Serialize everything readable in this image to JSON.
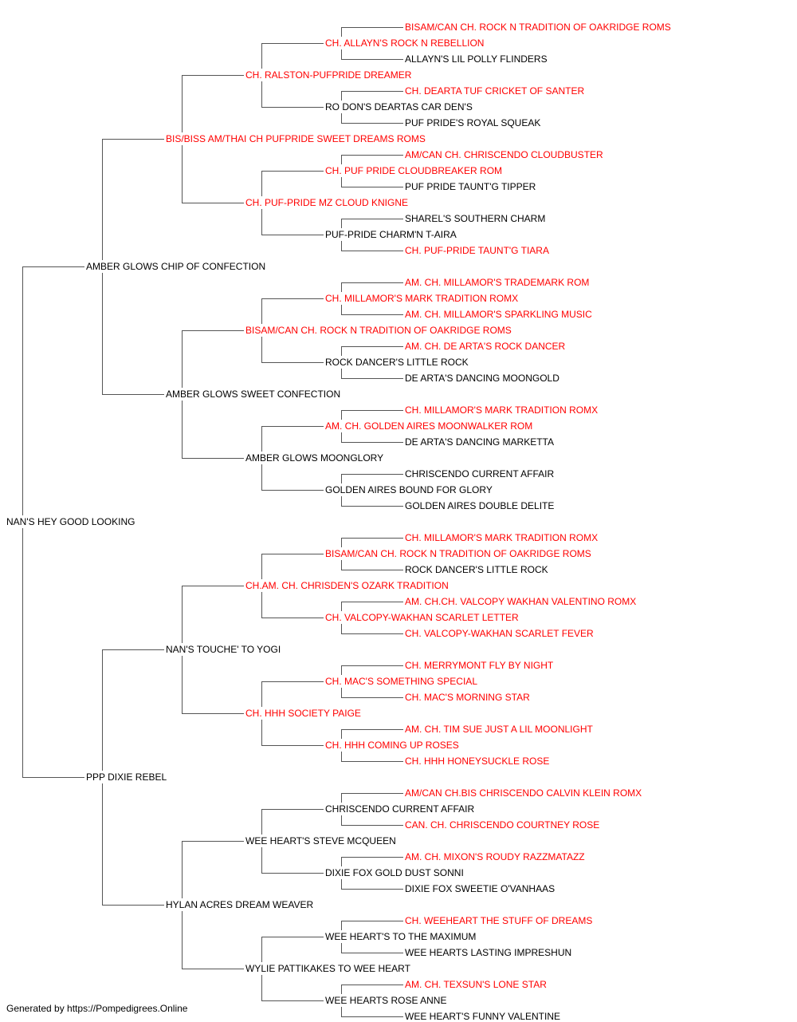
{
  "colors": {
    "champion": "#ff0000",
    "regular": "#000000",
    "line": "#555555"
  },
  "pedigree": {
    "subject": {
      "name": "NAN'S HEY GOOD LOOKING",
      "ch": false
    },
    "sire": {
      "name": "AMBER GLOWS CHIP OF CONFECTION",
      "ch": false
    },
    "dam": {
      "name": "PPP DIXIE REBEL",
      "ch": false
    },
    "g2": [
      {
        "name": "BIS/BISS AM/THAI CH PUFPRIDE SWEET DREAMS ROMS",
        "ch": true
      },
      {
        "name": "AMBER GLOWS SWEET CONFECTION",
        "ch": false
      },
      {
        "name": "NAN'S TOUCHE' TO YOGI",
        "ch": false
      },
      {
        "name": "HYLAN ACRES DREAM WEAVER",
        "ch": false
      }
    ],
    "g3": [
      {
        "name": "CH. RALSTON-PUFPRIDE DREAMER",
        "ch": true
      },
      {
        "name": "CH. PUF-PRIDE MZ CLOUD KNIGNE",
        "ch": true
      },
      {
        "name": "BISAM/CAN CH. ROCK N TRADITION OF OAKRIDGE ROMS",
        "ch": true
      },
      {
        "name": "AMBER GLOWS MOONGLORY",
        "ch": false
      },
      {
        "name": "CH.AM. CH. CHRISDEN'S OZARK TRADITION",
        "ch": true
      },
      {
        "name": "CH. HHH SOCIETY PAIGE",
        "ch": true
      },
      {
        "name": "WEE HEART'S STEVE MCQUEEN",
        "ch": false
      },
      {
        "name": "WYLIE PATTIKAKES TO WEE HEART",
        "ch": false
      }
    ],
    "g4": [
      {
        "name": "CH. ALLAYN'S ROCK N REBELLION",
        "ch": true
      },
      {
        "name": "RO DON'S DEARTAS CAR DEN'S",
        "ch": false
      },
      {
        "name": "CH. PUF PRIDE CLOUDBREAKER ROM",
        "ch": true
      },
      {
        "name": "PUF-PRIDE CHARM'N T-AIRA",
        "ch": false
      },
      {
        "name": "CH. MILLAMOR'S MARK TRADITION ROMX",
        "ch": true
      },
      {
        "name": "ROCK DANCER'S LITTLE ROCK",
        "ch": false
      },
      {
        "name": "AM. CH. GOLDEN AIRES MOONWALKER ROM",
        "ch": true
      },
      {
        "name": "GOLDEN AIRES BOUND FOR GLORY",
        "ch": false
      },
      {
        "name": "BISAM/CAN CH. ROCK N TRADITION OF OAKRIDGE ROMS",
        "ch": true
      },
      {
        "name": "CH. VALCOPY-WAKHAN SCARLET LETTER",
        "ch": true
      },
      {
        "name": "CH. MAC'S SOMETHING SPECIAL",
        "ch": true
      },
      {
        "name": "CH. HHH COMING UP ROSES",
        "ch": true
      },
      {
        "name": "CHRISCENDO CURRENT AFFAIR",
        "ch": false
      },
      {
        "name": "DIXIE FOX GOLD DUST SONNI",
        "ch": false
      },
      {
        "name": "WEE HEART'S TO THE MAXIMUM",
        "ch": false
      },
      {
        "name": "WEE HEARTS ROSE ANNE",
        "ch": false
      }
    ],
    "g5": [
      {
        "name": "BISAM/CAN CH. ROCK N TRADITION OF OAKRIDGE ROMS",
        "ch": true
      },
      {
        "name": "ALLAYN'S LIL POLLY FLINDERS",
        "ch": false
      },
      {
        "name": "CH. DEARTA TUF CRICKET OF SANTER",
        "ch": true
      },
      {
        "name": "PUF PRIDE'S ROYAL SQUEAK",
        "ch": false
      },
      {
        "name": "AM/CAN CH. CHRISCENDO CLOUDBUSTER",
        "ch": true
      },
      {
        "name": "PUF PRIDE TAUNT'G TIPPER",
        "ch": false
      },
      {
        "name": "SHAREL'S SOUTHERN CHARM",
        "ch": false
      },
      {
        "name": "CH. PUF-PRIDE TAUNT'G TIARA",
        "ch": true
      },
      {
        "name": "AM. CH. MILLAMOR'S TRADEMARK ROM",
        "ch": true
      },
      {
        "name": "AM. CH. MILLAMOR'S SPARKLING MUSIC",
        "ch": true
      },
      {
        "name": "AM. CH. DE ARTA'S ROCK DANCER",
        "ch": true
      },
      {
        "name": "DE ARTA'S DANCING MOONGOLD",
        "ch": false
      },
      {
        "name": "CH. MILLAMOR'S MARK TRADITION ROMX",
        "ch": true
      },
      {
        "name": "DE ARTA'S DANCING MARKETTA",
        "ch": false
      },
      {
        "name": "CHRISCENDO CURRENT AFFAIR",
        "ch": false
      },
      {
        "name": "GOLDEN AIRES DOUBLE DELITE",
        "ch": false
      },
      {
        "name": "CH. MILLAMOR'S MARK TRADITION ROMX",
        "ch": true
      },
      {
        "name": "ROCK DANCER'S LITTLE ROCK",
        "ch": false
      },
      {
        "name": "AM. CH.CH. VALCOPY WAKHAN VALENTINO ROMX",
        "ch": true
      },
      {
        "name": "CH. VALCOPY-WAKHAN SCARLET FEVER",
        "ch": true
      },
      {
        "name": "CH. MERRYMONT FLY BY NIGHT",
        "ch": true
      },
      {
        "name": "CH. MAC'S MORNING STAR",
        "ch": true
      },
      {
        "name": "AM. CH. TIM SUE JUST A LIL MOONLIGHT",
        "ch": true
      },
      {
        "name": "CH. HHH HONEYSUCKLE ROSE",
        "ch": true
      },
      {
        "name": "AM/CAN CH.BIS CHRISCENDO CALVIN KLEIN ROMX",
        "ch": true
      },
      {
        "name": "CAN. CH. CHRISCENDO COURTNEY ROSE",
        "ch": true
      },
      {
        "name": "AM. CH. MIXON'S ROUDY RAZZMATAZZ",
        "ch": true
      },
      {
        "name": "DIXIE FOX SWEETIE O'VANHAAS",
        "ch": false
      },
      {
        "name": "CH. WEEHEART THE STUFF OF DREAMS",
        "ch": true
      },
      {
        "name": "WEE HEARTS LASTING IMPRESHUN",
        "ch": false
      },
      {
        "name": "AM. CH. TEXSUN'S LONE STAR",
        "ch": true
      },
      {
        "name": "WEE HEART'S FUNNY VALENTINE",
        "ch": false
      }
    ]
  },
  "footer": "Generated by https://Pompedigrees.Online"
}
